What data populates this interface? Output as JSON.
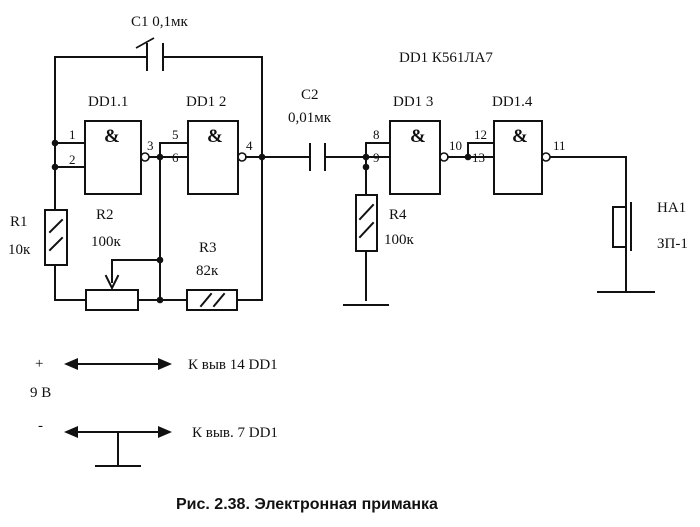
{
  "chip_label": "DD1 К561ЛА7",
  "gates": [
    {
      "name": "DD1.1",
      "symbol": "&",
      "in_pins": [
        "1",
        "2"
      ],
      "out_pin": "3"
    },
    {
      "name": "DD1 2",
      "symbol": "&",
      "in_pins": [
        "5",
        "6"
      ],
      "out_pin": "4"
    },
    {
      "name": "DD1 3",
      "symbol": "&",
      "in_pins": [
        "8",
        "9"
      ],
      "out_pin": "10"
    },
    {
      "name": "DD1.4",
      "symbol": "&",
      "in_pins": [
        "12",
        "13"
      ],
      "out_pin": "11"
    }
  ],
  "components": {
    "c1": {
      "label": "C1 0,1мк"
    },
    "c2": {
      "name": "C2",
      "value": "0,01мк"
    },
    "r1": {
      "name": "R1",
      "value": "10к"
    },
    "r2": {
      "name": "R2",
      "value": "100к"
    },
    "r3": {
      "name": "R3",
      "value": "82к"
    },
    "r4": {
      "name": "R4",
      "value": "100к"
    },
    "ha1": {
      "name": "HA1",
      "type": "ЗП-1"
    }
  },
  "power": {
    "plus": "+",
    "minus": "-",
    "voltage": "9 В",
    "plus_note": "К выв  14 DD1",
    "minus_note": "К выв. 7 DD1"
  },
  "caption": "Рис. 2.38. Электронная приманка"
}
